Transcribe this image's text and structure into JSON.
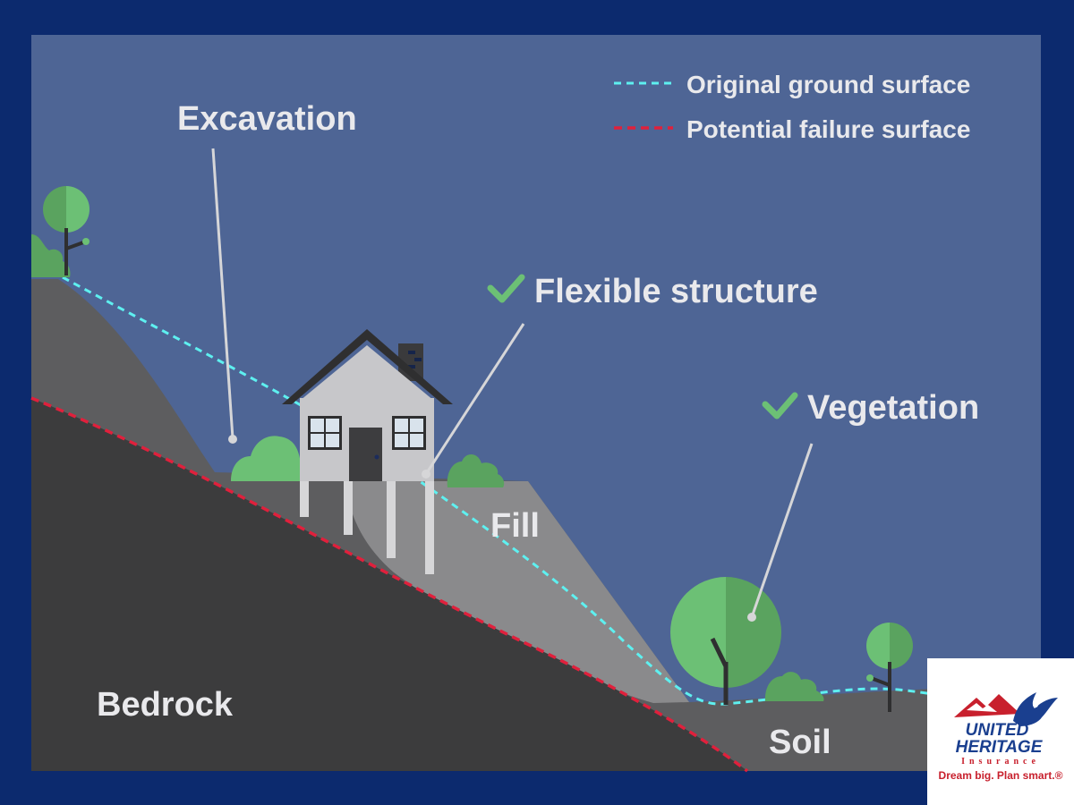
{
  "legend": {
    "original": "Original ground surface",
    "failure": "Potential failure surface"
  },
  "labels": {
    "excavation": "Excavation",
    "flexible": "Flexible structure",
    "vegetation": "Vegetation",
    "fill": "Fill",
    "bedrock": "Bedrock",
    "soil": "Soil"
  },
  "logo": {
    "line1": "UNITED",
    "line2": "HERITAGE",
    "line3": "Insurance",
    "tagline": "Dream big. Plan smart.®"
  },
  "colors": {
    "frame": "#0c2a6e",
    "sky": "#4e6595",
    "soil": "#5d5d5f",
    "bedrock": "#3c3c3d",
    "fill": "#8a8a8c",
    "original_line": "#5ef0f0",
    "failure_line": "#e0203c",
    "check": "#6cc075"
  }
}
